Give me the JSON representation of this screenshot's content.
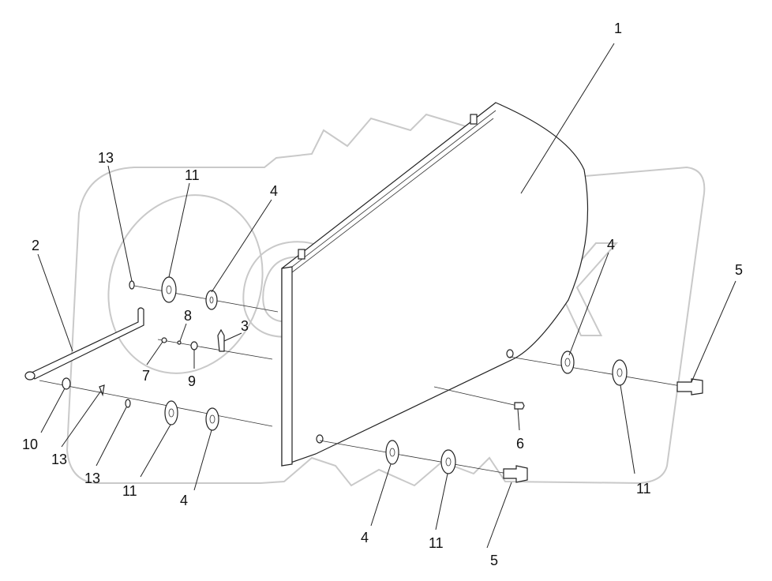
{
  "watermark": {
    "text": "OPEX"
  },
  "callouts": {
    "c1": "1",
    "c2": "2",
    "c3": "3",
    "c4a": "4",
    "c4b": "4",
    "c4c": "4",
    "c4d": "4",
    "c5a": "5",
    "c5b": "5",
    "c6": "6",
    "c7": "7",
    "c8": "8",
    "c9": "9",
    "c10": "10",
    "c11a": "11",
    "c11b": "11",
    "c11c": "11",
    "c11d": "11",
    "c13a": "13",
    "c13b": "13",
    "c13c": "13"
  },
  "colors": {
    "line": "#222222",
    "watermark": "#c9c9c9",
    "background": "#ffffff"
  }
}
